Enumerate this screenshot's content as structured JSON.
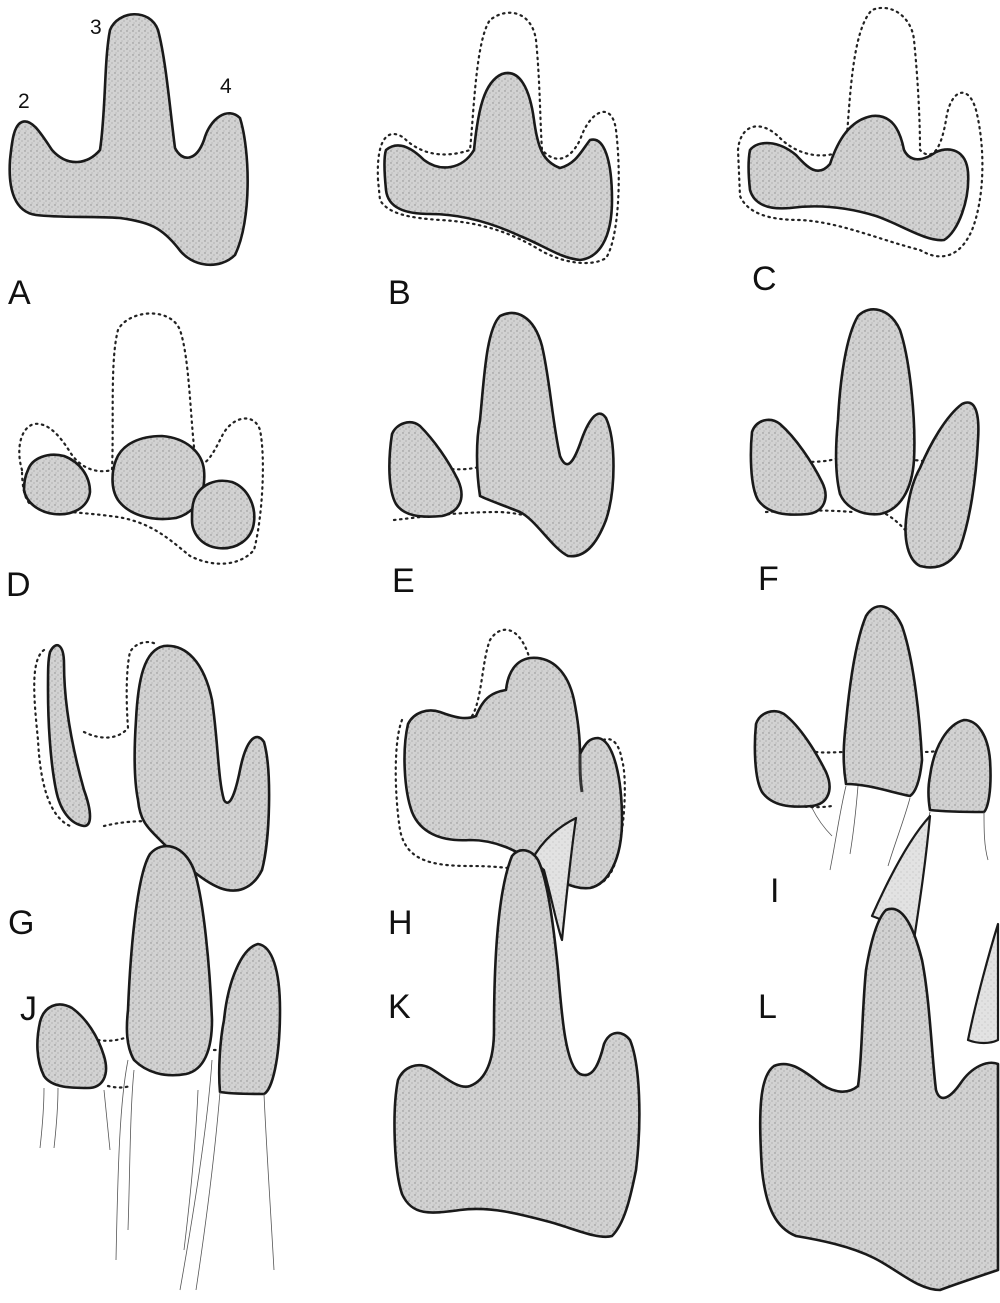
{
  "digit_labels": {
    "d2": "2",
    "d3": "3",
    "d4": "4"
  },
  "panels": {
    "A": "A",
    "B": "B",
    "C": "C",
    "D": "D",
    "E": "E",
    "F": "F",
    "G": "G",
    "H": "H",
    "I": "I",
    "J": "J",
    "K": "K",
    "L": "L"
  },
  "colors": {
    "ink": "#1a1a1a",
    "stipple_fill": "#cfcfcf",
    "background": "#ffffff"
  }
}
